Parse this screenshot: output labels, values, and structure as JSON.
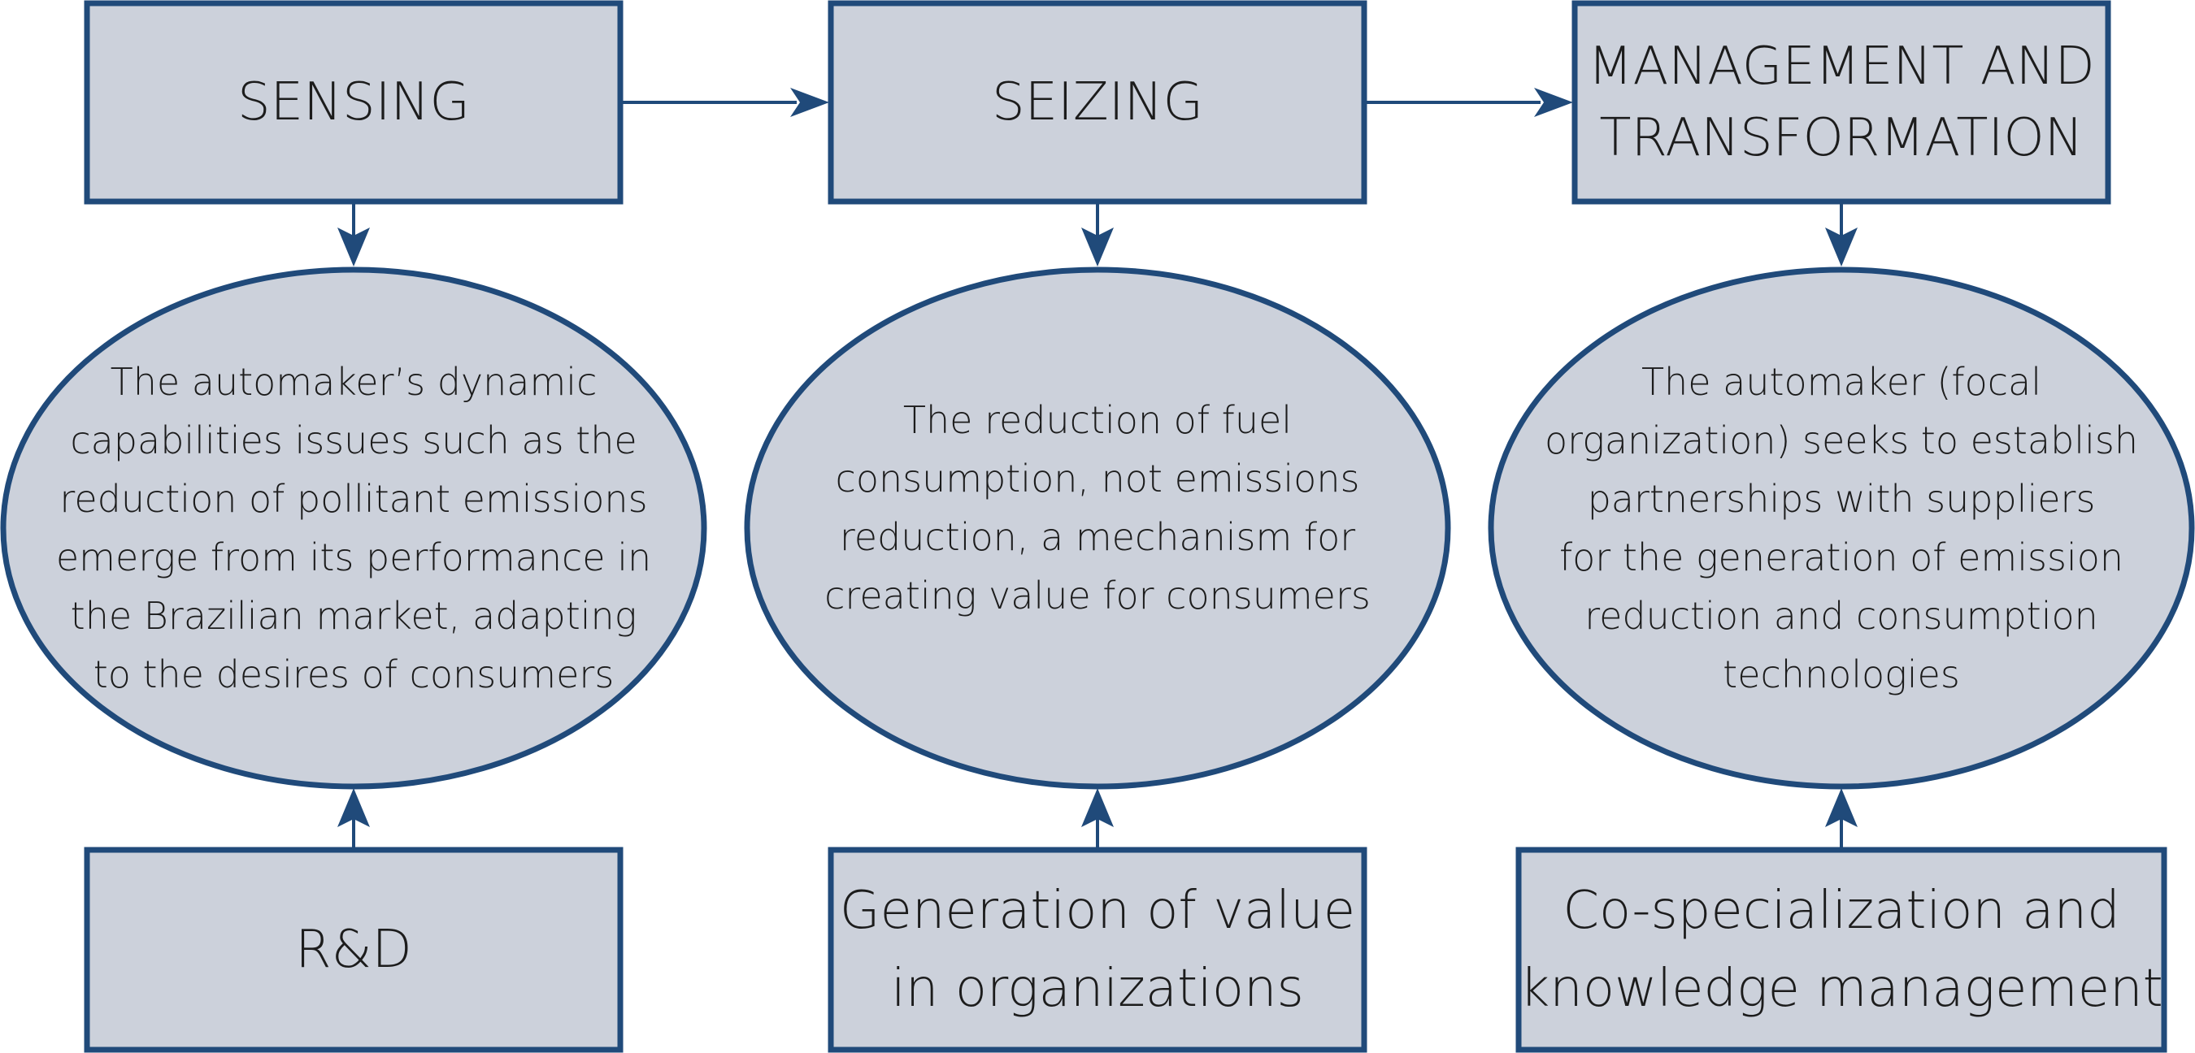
{
  "colors": {
    "fill": "#ccd1db",
    "stroke": "#204a7a",
    "text": "#1c1c1c"
  },
  "stages": [
    {
      "title": "SENSING",
      "description": "The automaker’s dynamic\ncapabilities issues such as the\nreduction of pollitant emissions\nemerge from its performance in\nthe Brazilian market, adapting\nto the desires of consumers",
      "driver": "R&D"
    },
    {
      "title": "SEIZING",
      "description": "The reduction of fuel\nconsumption, not emissions\nreduction, a mechanism for\ncreating value for consumers",
      "driver": "Generation of value\nin organizations"
    },
    {
      "title": "MANAGEMENT AND\nTRANSFORMATION",
      "description": "The automaker (focal\norganization) seeks to establish\npartnerships with suppliers\nfor the generation of emission\nreduction and consumption\ntechnologies",
      "driver": "Co-specialization and\nknowledge management"
    }
  ]
}
